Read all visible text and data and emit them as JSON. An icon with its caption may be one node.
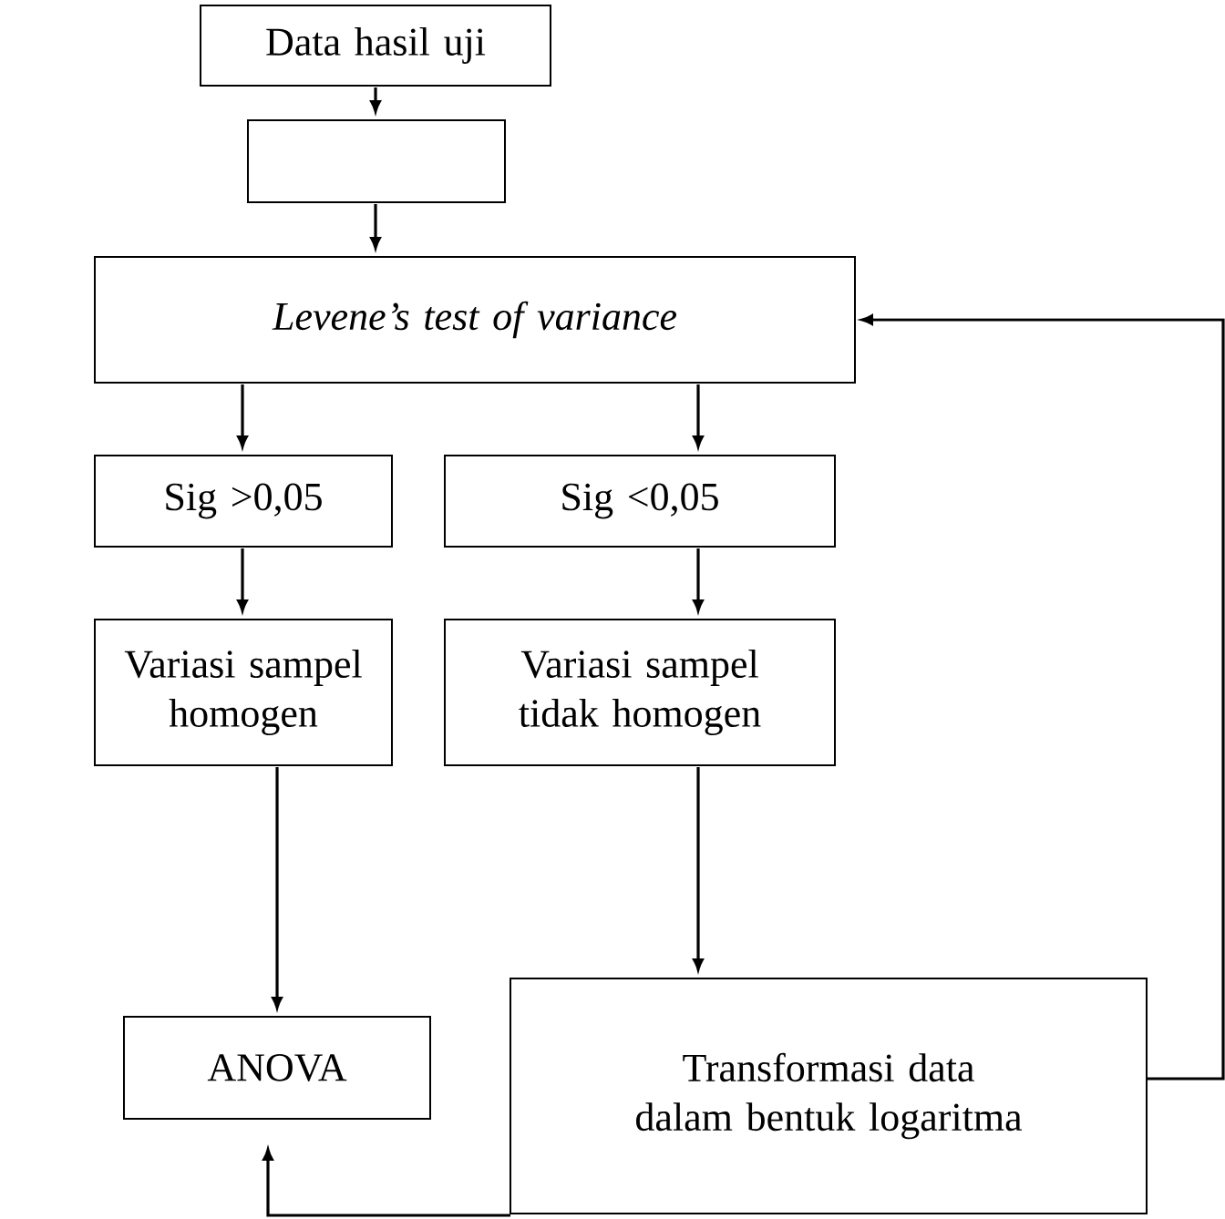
{
  "diagram": {
    "nodes": [
      {
        "text": [
          "Data hasil uji"
        ]
      },
      {
        "text": [],
        "shape": "box"
      },
      {
        "text": [
          "Levene’s test of variance"
        ]
      },
      {
        "text": [
          "Sig >0,05"
        ]
      },
      {
        "text": [
          "Sig <0,05"
        ]
      },
      {
        "text": [
          "Variasi sampel homogen"
        ]
      },
      {
        "text": [
          "Variasi sampel tidak homogen"
        ]
      },
      {
        "text": [
          "ANOVA"
        ]
      },
      {
        "text": [
          "Transformasi data dalam bentuk logaritma"
        ]
      }
    ],
    "edges": [
      {
        "from": 0,
        "to": 1,
        "arrow": "to"
      },
      {
        "from": 1,
        "to": 2,
        "arrow": "to"
      },
      {
        "from": 2,
        "to": 3,
        "arrow": "to"
      },
      {
        "from": 2,
        "to": 4,
        "arrow": "to"
      },
      {
        "from": 3,
        "to": 5,
        "arrow": "to"
      },
      {
        "from": 4,
        "to": 6,
        "arrow": "to"
      },
      {
        "from": 5,
        "to": 7,
        "arrow": "to"
      },
      {
        "from": 6,
        "to": 8,
        "arrow": "to"
      },
      {
        "from": 8,
        "to": 7,
        "arrow": "to"
      },
      {
        "from": 8,
        "to": 2,
        "arrow": "to"
      }
    ]
  }
}
